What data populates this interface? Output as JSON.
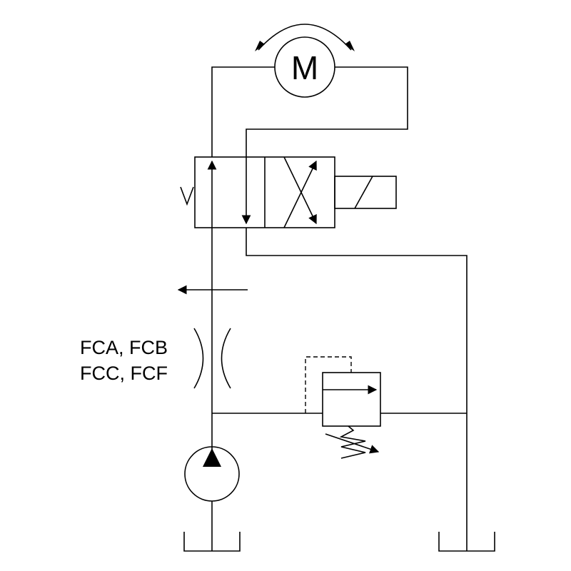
{
  "motor": {
    "letter": "M"
  },
  "valve_label": {
    "line1": "FCA, FCB",
    "line2": "FCC, FCF"
  }
}
